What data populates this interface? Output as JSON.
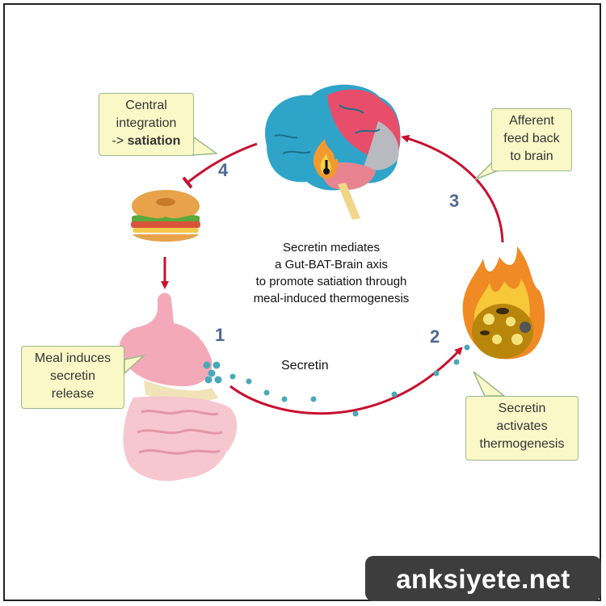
{
  "callouts": {
    "central_integration": {
      "line1": "Central",
      "line2": "integration",
      "line3_prefix": "-> ",
      "line3_bold": "satiation"
    },
    "afferent": {
      "line1": "Afferent",
      "line2": "feed back",
      "line3": "to brain"
    },
    "meal": {
      "line1": "Meal induces",
      "line2": "secretin",
      "line3": "release"
    },
    "activates": {
      "line1": "Secretin",
      "line2": "activates",
      "line3": "thermogenesis"
    }
  },
  "center": {
    "line1": "Secretin mediates",
    "line2": "a Gut-BAT-Brain axis",
    "line3": "to promote satiation through",
    "line4": "meal-induced thermogenesis"
  },
  "steps": {
    "one": "1",
    "two": "2",
    "three": "3",
    "four": "4"
  },
  "secretin_label": "Secretin",
  "watermark": "anksiyete.net",
  "colors": {
    "arrow": "#c8102e",
    "callout_fill": "#fbf8c8",
    "callout_border": "#9ab98a",
    "number": "#4d6a91",
    "dots": "#4aa8b8"
  }
}
